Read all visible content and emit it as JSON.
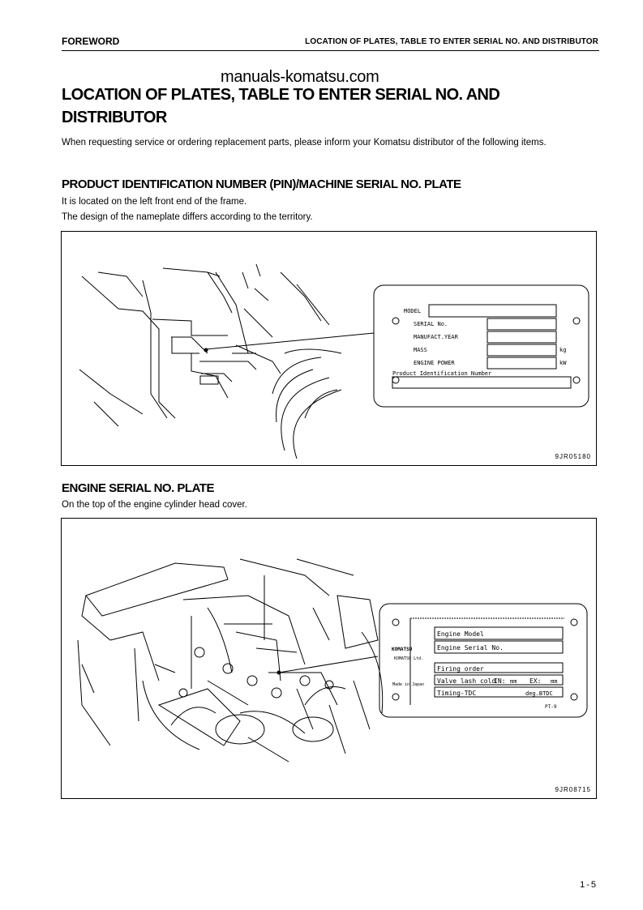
{
  "header": {
    "section": "FOREWORD",
    "title": "LOCATION OF PLATES, TABLE TO ENTER SERIAL NO. AND DISTRIBUTOR"
  },
  "watermark": "manuals-komatsu.com",
  "main": {
    "heading_line1": "LOCATION OF PLATES, TABLE TO ENTER SERIAL NO. AND",
    "heading_line2": "DISTRIBUTOR",
    "intro": "When requesting service or ordering replacement parts, please inform your Komatsu distributor of the following items."
  },
  "section_pin": {
    "heading": "PRODUCT IDENTIFICATION NUMBER (PIN)/MACHINE SERIAL NO. PLATE",
    "line1": "It is located on the left front end of the frame.",
    "line2": "The design of the nameplate differs according to the territory.",
    "figure_code": "9JR05180",
    "plate": {
      "model": "MODEL",
      "serial": "SERIAL No.",
      "year": "MANUFACT.YEAR",
      "mass": "MASS",
      "mass_unit": "kg",
      "power": "ENGINE POWER",
      "power_unit": "kW",
      "pin": "Product Identification Number"
    }
  },
  "section_engine": {
    "heading": "ENGINE SERIAL NO. PLATE",
    "line1": "On the top of the engine cylinder head cover.",
    "figure_code": "9JR08715",
    "plate": {
      "logo": "KOMATSU",
      "company": "KOMATSU Ltd.",
      "made_in": "Made in Japan",
      "engine_model": "Engine Model",
      "engine_serial": "Engine Serial No.",
      "firing_order": "Firing order",
      "valve_lash": "Valve lash cold",
      "in_label": "IN:",
      "in_unit": "mm",
      "ex_label": "EX:",
      "ex_unit": "mm",
      "timing": "Timing-TDC",
      "timing_unit": "deg.BTDC",
      "part_no": "PT-9"
    }
  },
  "footer": {
    "page": "1-5"
  }
}
